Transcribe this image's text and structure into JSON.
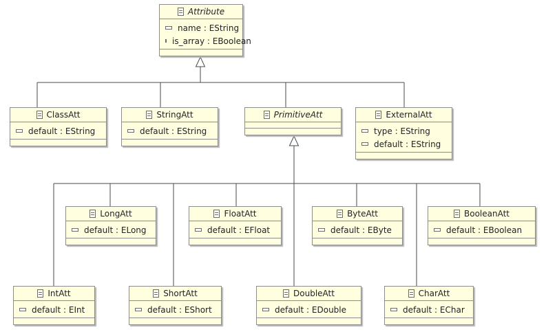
{
  "classes": [
    {
      "id": "attribute",
      "name": "Attribute",
      "abstract": true,
      "attributes": [
        {
          "name": "name",
          "type": "EString"
        },
        {
          "name": "is_array",
          "type": "EBoolean"
        }
      ]
    },
    {
      "id": "classatt",
      "name": "ClassAtt",
      "abstract": false,
      "attributes": [
        {
          "name": "default",
          "type": "EString"
        }
      ]
    },
    {
      "id": "stringatt",
      "name": "StringAtt",
      "abstract": false,
      "attributes": [
        {
          "name": "default",
          "type": "EString"
        }
      ]
    },
    {
      "id": "primitiveatt",
      "name": "PrimitiveAtt",
      "abstract": true,
      "attributes": []
    },
    {
      "id": "externalatt",
      "name": "ExternalAtt",
      "abstract": false,
      "attributes": [
        {
          "name": "type",
          "type": "EString"
        },
        {
          "name": "default",
          "type": "EString"
        }
      ]
    },
    {
      "id": "longatt",
      "name": "LongAtt",
      "abstract": false,
      "attributes": [
        {
          "name": "default",
          "type": "ELong"
        }
      ]
    },
    {
      "id": "floatatt",
      "name": "FloatAtt",
      "abstract": false,
      "attributes": [
        {
          "name": "default",
          "type": "EFloat"
        }
      ]
    },
    {
      "id": "byteatt",
      "name": "ByteAtt",
      "abstract": false,
      "attributes": [
        {
          "name": "default",
          "type": "EByte"
        }
      ]
    },
    {
      "id": "booleanatt",
      "name": "BooleanAtt",
      "abstract": false,
      "attributes": [
        {
          "name": "default",
          "type": "EBoolean"
        }
      ]
    },
    {
      "id": "intatt",
      "name": "IntAtt",
      "abstract": false,
      "attributes": [
        {
          "name": "default",
          "type": "EInt"
        }
      ]
    },
    {
      "id": "shortatt",
      "name": "ShortAtt",
      "abstract": false,
      "attributes": [
        {
          "name": "default",
          "type": "EShort"
        }
      ]
    },
    {
      "id": "doubleatt",
      "name": "DoubleAtt",
      "abstract": false,
      "attributes": [
        {
          "name": "default",
          "type": "EDouble"
        }
      ]
    },
    {
      "id": "charatt",
      "name": "CharAtt",
      "abstract": false,
      "attributes": [
        {
          "name": "default",
          "type": "EChar"
        }
      ]
    }
  ],
  "inheritance": [
    {
      "parent": "attribute",
      "children": [
        "classatt",
        "stringatt",
        "primitiveatt",
        "externalatt"
      ]
    },
    {
      "parent": "primitiveatt",
      "children": [
        "longatt",
        "floatatt",
        "byteatt",
        "booleanatt",
        "intatt",
        "shortatt",
        "doubleatt",
        "charatt"
      ]
    }
  ]
}
